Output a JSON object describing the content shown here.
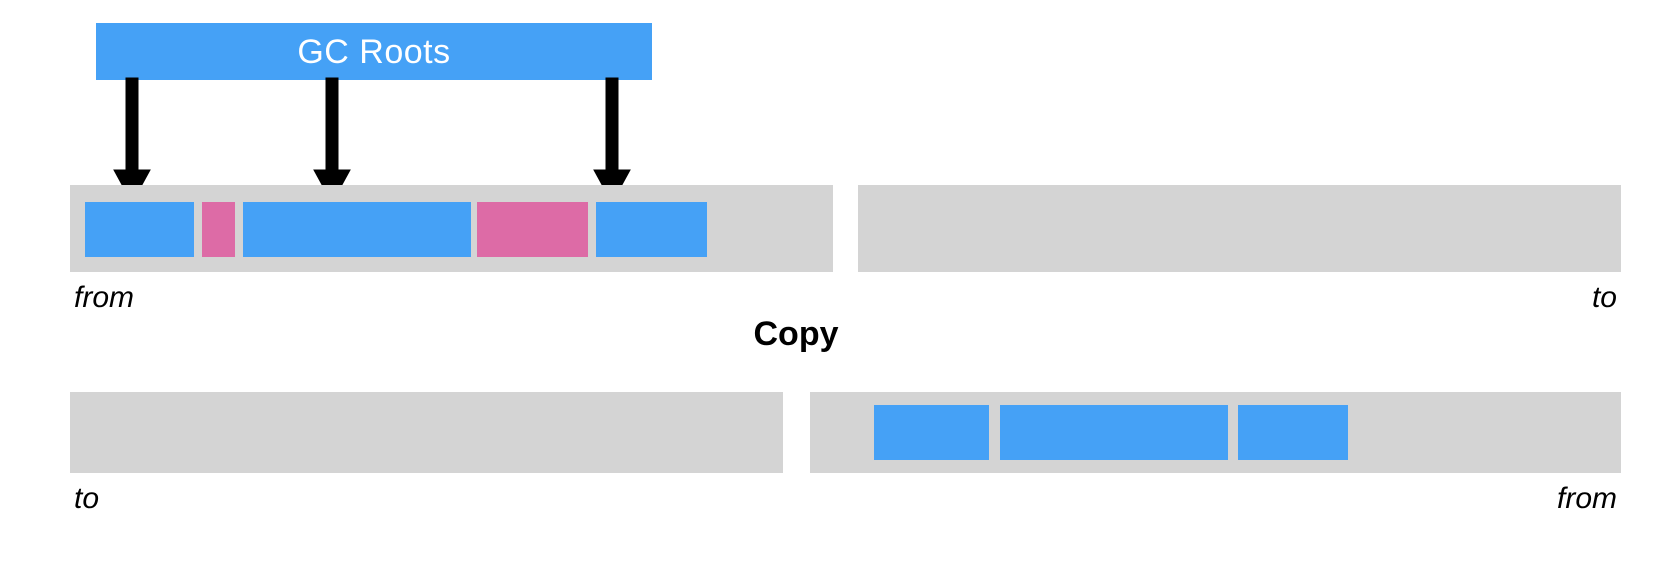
{
  "diagram": {
    "title": "Copy",
    "operation_caption": "Copy",
    "roots": {
      "label": "GC Roots",
      "arrow_count": 3
    },
    "colors": {
      "accent_blue": "#45a1f6",
      "accent_pink": "#dd6ba6",
      "band_gray": "#d4d4d4",
      "arrow_black": "#000000",
      "text_white": "#ffffff",
      "text_black": "#000000",
      "background": "#ffffff"
    },
    "rows": [
      {
        "id": "before",
        "left_region": {
          "id": "from-before",
          "label": "from",
          "label_side": "left",
          "blocks": [
            {
              "kind": "live",
              "color": "#45a1f6"
            },
            {
              "kind": "dead",
              "color": "#dd6ba6"
            },
            {
              "kind": "live",
              "color": "#45a1f6"
            },
            {
              "kind": "dead",
              "color": "#dd6ba6"
            },
            {
              "kind": "live",
              "color": "#45a1f6"
            }
          ]
        },
        "right_region": {
          "id": "to-before",
          "label": "to",
          "label_side": "right",
          "blocks": []
        }
      },
      {
        "id": "after",
        "left_region": {
          "id": "to-after",
          "label": "to",
          "label_side": "left",
          "blocks": []
        },
        "right_region": {
          "id": "from-after",
          "label": "from",
          "label_side": "right",
          "blocks": [
            {
              "kind": "live",
              "color": "#45a1f6"
            },
            {
              "kind": "live",
              "color": "#45a1f6"
            },
            {
              "kind": "live",
              "color": "#45a1f6"
            }
          ]
        }
      }
    ]
  }
}
